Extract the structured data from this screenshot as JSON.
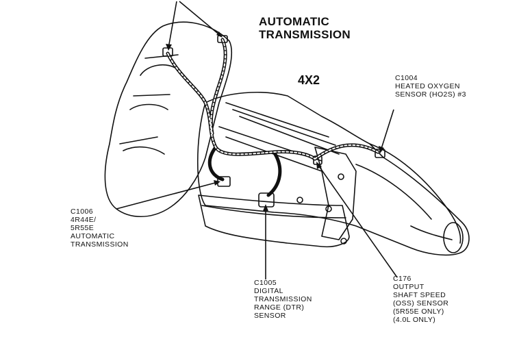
{
  "diagram": {
    "title_line1": "AUTOMATIC",
    "title_line2": "TRANSMISSION",
    "variant": "4X2"
  },
  "callouts": {
    "c1004": [
      "C1004",
      "HEATED OXYGEN",
      "SENSOR (HO2S) #3"
    ],
    "c1006": [
      "C1006",
      "4R44E/",
      "5R55E",
      "AUTOMATIC",
      "TRANSMISSION"
    ],
    "c1005": [
      "C1005",
      "DIGITAL",
      "TRANSMISSION",
      "RANGE (DTR)",
      "SENSOR"
    ],
    "c176": [
      "C176",
      "OUTPUT",
      "SHAFT SPEED",
      "(OSS) SENSOR",
      "(5R55E ONLY)",
      "(4.0L ONLY)"
    ]
  }
}
